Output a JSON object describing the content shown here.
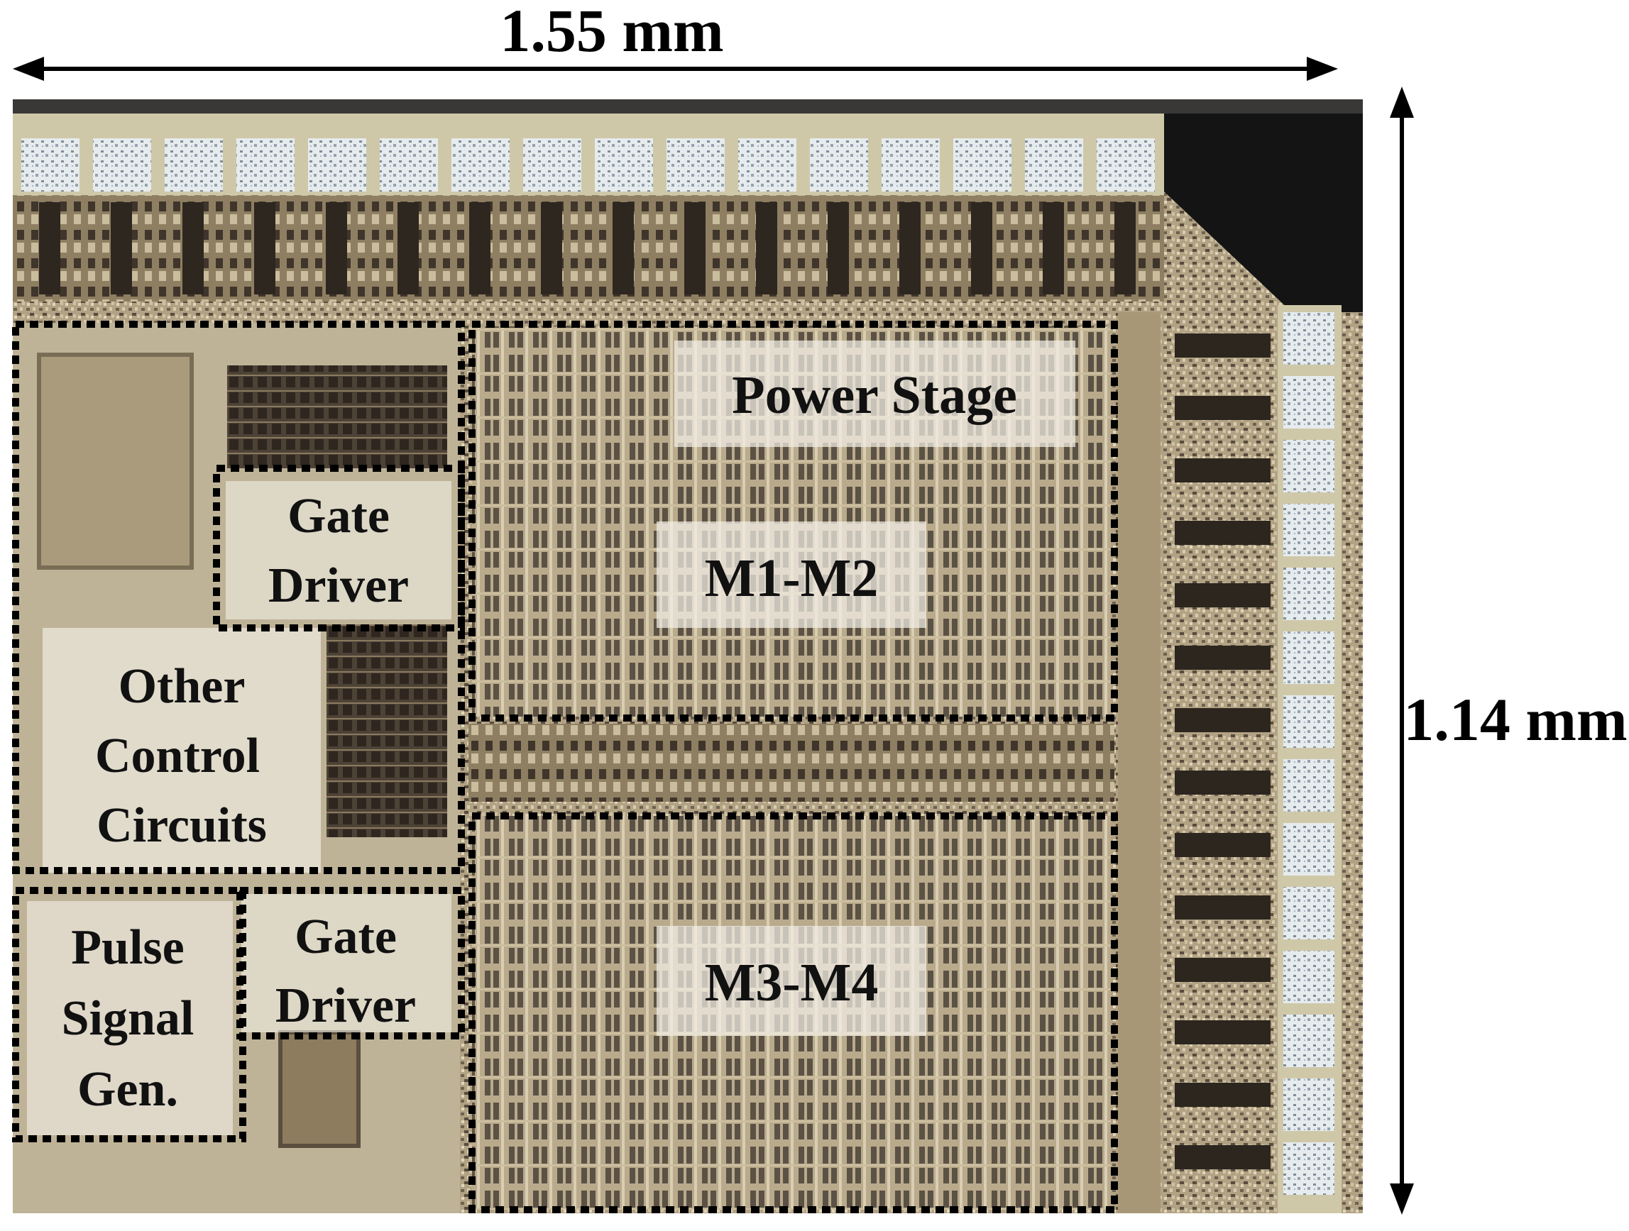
{
  "dimensions": {
    "width": "1.55 mm",
    "height": "1.14 mm"
  },
  "blocks": {
    "power_stage": "Power Stage",
    "m1_m2": "M1-M2",
    "m3_m4": "M3-M4",
    "gate_driver_top": {
      "line1": "Gate",
      "line2": "Driver"
    },
    "gate_driver_bottom": {
      "line1": "Gate",
      "line2": "Driver"
    },
    "other_control": {
      "line1": "Other",
      "line2": "Control",
      "line3": "Circuits"
    },
    "pulse_gen": {
      "line1": "Pulse",
      "line2": "Signal",
      "line3": "Gen."
    }
  },
  "colors": {
    "die_base": "#b8a88a",
    "die_dark": "#5e5444",
    "pad": "#e7ecef",
    "label_bg": "#f2eee6",
    "box_stroke": "#000000"
  }
}
